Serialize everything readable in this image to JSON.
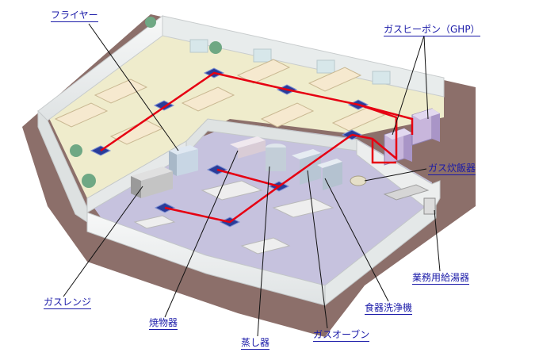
{
  "labels": {
    "fryer": "フライヤー",
    "ghp": "ガスヒーポン（GHP）",
    "rice_cooker": "ガス炊飯器",
    "water_heater": "業務用給湯器",
    "gas_range": "ガスレンジ",
    "grill": "焼物器",
    "steamer": "蒸し器",
    "gas_oven": "ガスオーブン",
    "dishwasher": "食器洗浄機"
  },
  "colors": {
    "pipe": "#e60012",
    "floor_dining": "#efeccc",
    "floor_kitchen": "#c6c2de",
    "wall": "#eef0f0",
    "outer_base": "#8c6f6a",
    "label_text": "#1a1aa8",
    "ceiling_unit": "#2a3d9a"
  }
}
